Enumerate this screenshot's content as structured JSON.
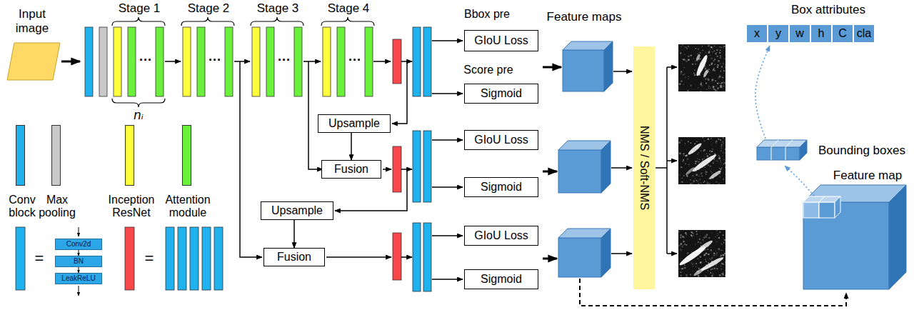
{
  "diagram": {
    "nodes": [
      {
        "text": [
          "GIoU Loss"
        ]
      },
      {
        "text": [
          "Sigmoid"
        ]
      },
      {
        "text": [
          "Upsample"
        ]
      },
      {
        "text": [
          "Fusion"
        ]
      },
      {
        "text": [
          "GIoU Loss"
        ]
      },
      {
        "text": [
          "Sigmoid"
        ]
      },
      {
        "text": [
          "Upsample"
        ]
      },
      {
        "text": [
          "Fusion"
        ]
      },
      {
        "text": [
          "GIoU Loss"
        ]
      },
      {
        "text": [
          "Sigmoid"
        ]
      },
      {
        "text": [
          "NMS / Soft-NMS"
        ]
      },
      {
        "text": [
          "x"
        ]
      },
      {
        "text": [
          "y"
        ]
      },
      {
        "text": [
          "w"
        ]
      },
      {
        "text": [
          "h"
        ]
      },
      {
        "text": [
          "C"
        ]
      },
      {
        "text": [
          "cla"
        ]
      },
      {
        "text": [
          "Conv2d"
        ]
      },
      {
        "text": [
          "BN"
        ]
      },
      {
        "text": [
          "LeakReLU"
        ]
      }
    ],
    "edges": [
      {
        "from": 2,
        "to": 3,
        "arrow": "to"
      },
      {
        "from": 6,
        "to": 7,
        "arrow": "to"
      },
      {
        "from": 17,
        "to": 18,
        "arrow": "to"
      },
      {
        "from": 18,
        "to": 19,
        "arrow": "to"
      }
    ],
    "labels": [
      "Input image",
      "Stage 1",
      "Stage 2",
      "Stage 3",
      "Stage 4",
      "···",
      "···",
      "···",
      "···",
      "nᵢ",
      "Bbox pre",
      "Score pre",
      "Feature maps",
      "Box attributes",
      "Bounding boxes",
      "Feature map",
      "=",
      "="
    ],
    "legend": [
      {
        "text": "Conv block",
        "color": "#1fb2ee"
      },
      {
        "text": "Max pooling",
        "color": "#c9c9c9"
      },
      {
        "text": "Inception ResNet",
        "color": "#ffff3c"
      },
      {
        "text": "Attention module",
        "color": "#6bf13c"
      }
    ]
  }
}
